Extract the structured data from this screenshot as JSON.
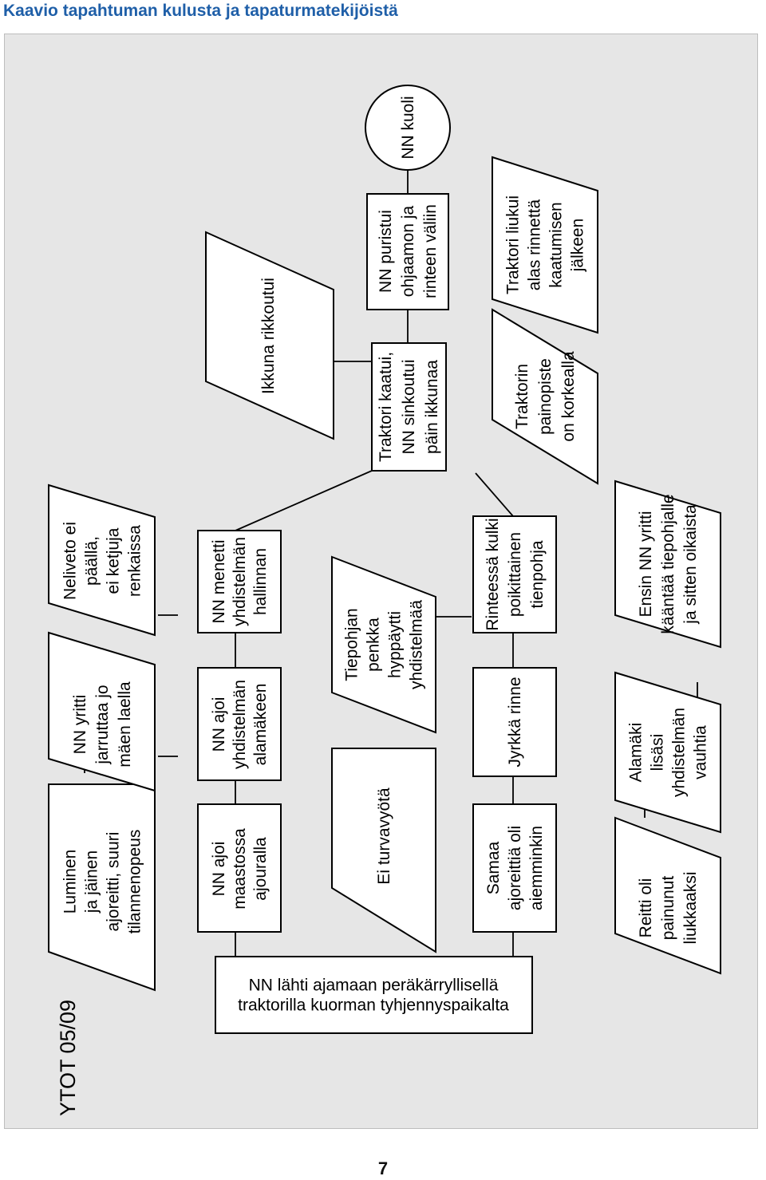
{
  "title": "Kaavio tapahtuman kulusta ja tapaturmatekijöistä",
  "page_number": "7",
  "code": "YTOT 05/09",
  "nodes": {
    "start": [
      "NN lähti ajamaan peräkärryllisellä",
      "traktorilla kuorman tyhjennyspaikalta"
    ],
    "luminen": [
      "Luminen",
      "ja jäinen",
      "ajoreitti, suuri",
      "tilannenopeus"
    ],
    "jarruttaa": [
      "NN yritti",
      "jarruttaa jo",
      "mäen laella"
    ],
    "neliveto": [
      "Neliveto ei",
      "päällä,",
      "ei ketjuja",
      "renkaissa"
    ],
    "maastossa": [
      "NN ajoi",
      "maastossa",
      "ajouralla"
    ],
    "alamakeen": [
      "NN ajoi",
      "yhdistelmän",
      "alamäkeen"
    ],
    "menetti": [
      "NN menetti",
      "yhdistelmän",
      "hallinnan"
    ],
    "ikkuna": [
      "Ikkuna rikkoutui"
    ],
    "turvavyota": [
      "Ei turvavyötä"
    ],
    "penkka": [
      "Tiepohjan",
      "penkka",
      "hyppäytti",
      "yhdistelmää"
    ],
    "kaatui": [
      "Traktori kaatui,",
      "NN sinkoutui",
      "päin ikkunaa"
    ],
    "puristui": [
      "NN puristui",
      "ohjaamon ja",
      "rinteen väliin"
    ],
    "kuoli": [
      "NN kuoli"
    ],
    "samaa": [
      "Samaa",
      "ajoreittiä oli",
      "aiemminkin"
    ],
    "jyrkka": [
      "Jyrkkä rinne"
    ],
    "poikittainen": [
      "Rinteessä kulki",
      "poikittainen",
      "tienpohja"
    ],
    "painopiste": [
      "Traktorin",
      "painopiste",
      "on korkealla"
    ],
    "liukui": [
      "Traktori liukui",
      "alas rinnettä",
      "kaatumisen",
      "jälkeen"
    ],
    "reitti": [
      "Reitti oli",
      "painunut",
      "liukkaaksi"
    ],
    "alamaki": [
      "Alamäki",
      "lisäsi",
      "yhdistelmän",
      "vauhtia"
    ],
    "kaantaa": [
      "Ensin NN yritti",
      "kääntää tiepohjalle",
      "ja sitten oikaista"
    ]
  }
}
